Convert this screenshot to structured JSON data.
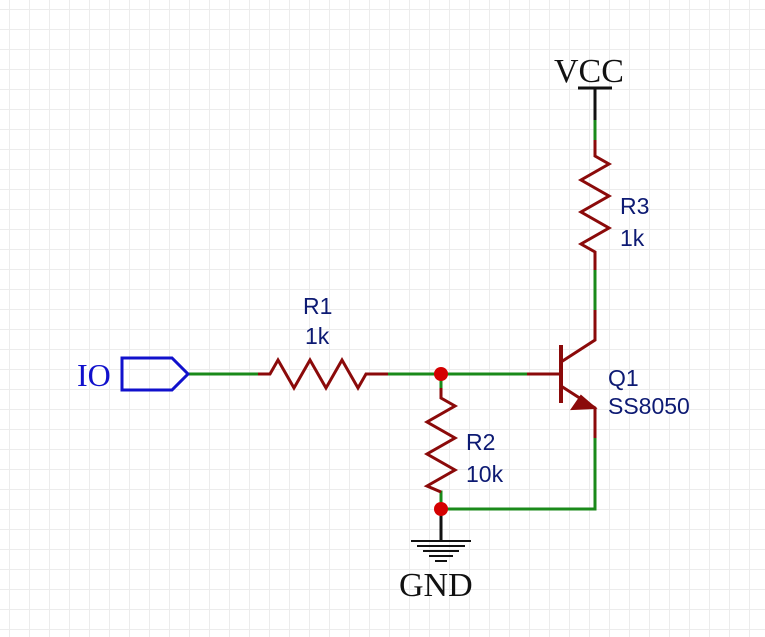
{
  "nets": {
    "vcc_label": "VCC",
    "gnd_label": "GND",
    "io_label": "IO"
  },
  "components": {
    "r1": {
      "ref": "R1",
      "value": "1k"
    },
    "r2": {
      "ref": "R2",
      "value": "10k"
    },
    "r3": {
      "ref": "R3",
      "value": "1k"
    },
    "q1": {
      "ref": "Q1",
      "value": "SS8050"
    }
  },
  "colors": {
    "wire": "#1a8a1a",
    "component": "#8b0a0a",
    "junction": "#d40000",
    "port": "#1111cc",
    "label": "#0d1a73",
    "power": "#111111"
  }
}
